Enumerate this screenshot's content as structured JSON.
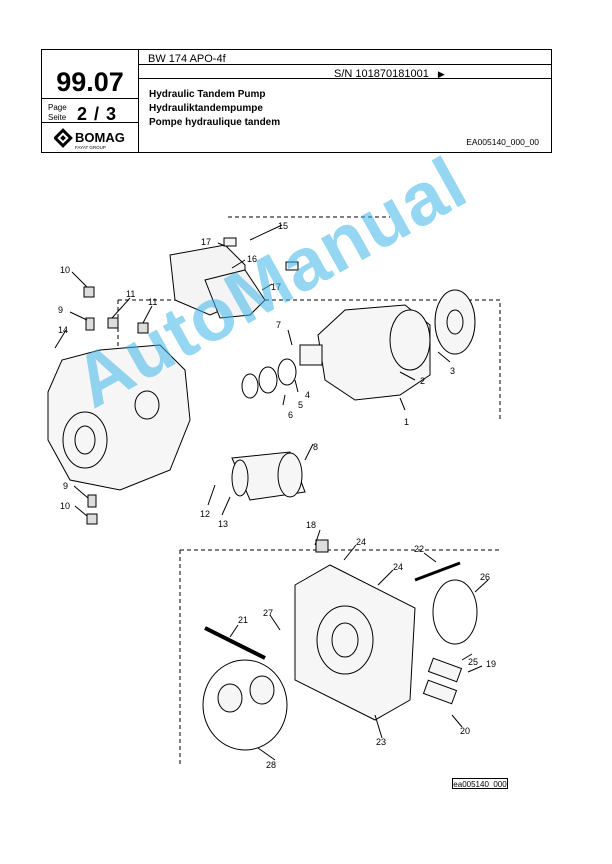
{
  "header": {
    "section_number": "99.07",
    "page_label_en": "Page",
    "page_label_de": "Seite",
    "page_value": "2 / 3",
    "brand": "BOMAG",
    "brand_sub": "FAYAT GROUP",
    "model": "BW 174 APO-4f",
    "serial": "S/N 101870181001",
    "serial_arrow": "▶",
    "title_en": "Hydraulic Tandem Pump",
    "title_de": "Hydrauliktandempumpe",
    "title_fr": "Pompe hydraulique tandem",
    "ref_code": "EA005140_000_00"
  },
  "figure": {
    "ref_code": "ea005140_000",
    "callouts": [
      "1",
      "2",
      "3",
      "4",
      "5",
      "6",
      "7",
      "8",
      "9",
      "9",
      "10",
      "10",
      "11",
      "11",
      "12",
      "13",
      "14",
      "15",
      "16",
      "17",
      "17",
      "18",
      "19",
      "20",
      "21",
      "22",
      "23",
      "24",
      "24",
      "25",
      "26",
      "27",
      "28"
    ]
  },
  "watermark": "AutoManual"
}
